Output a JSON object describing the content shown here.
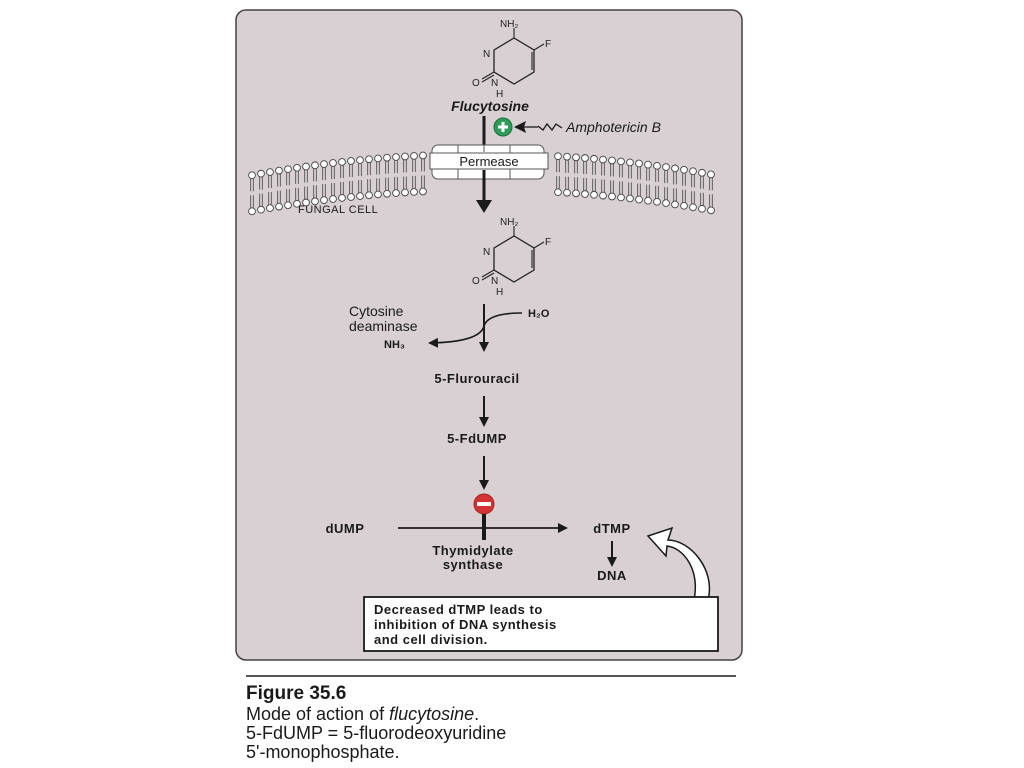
{
  "drug": {
    "name": "Flucytosine",
    "nh2": "NH₂",
    "f": "F",
    "n": "N",
    "o": "O",
    "h": "H"
  },
  "membrane": {
    "enhancer": "Amphotericin B",
    "transporter": "Permease",
    "cell_label": "FUNGAL CELL"
  },
  "deamination": {
    "enzyme_line1": "Cytosine",
    "enzyme_line2": "deaminase",
    "water": "H₂O",
    "ammonia": "NH₃"
  },
  "metabolites": {
    "fluorouracil": "5-Flurouracil",
    "fdump": "5-FdUMP"
  },
  "reaction": {
    "substrate": "dUMP",
    "product": "dTMP",
    "enzyme_line1": "Thymidylate",
    "enzyme_line2": "synthase",
    "downstream": "DNA"
  },
  "note": {
    "line1": "Decreased dTMP leads to",
    "line2": "inhibition of DNA synthesis",
    "line3": "and cell division."
  },
  "figure": {
    "title": "Figure 35.6",
    "caption_prefix": "Mode of action of ",
    "caption_drug": "flucytosine",
    "caption_suffix": ".",
    "line2": "5-FdUMP = 5-fluorodeoxyuridine",
    "line3": "5'-monophosphate."
  },
  "colors": {
    "panel_fill": "#d8d0d2",
    "stimulate": "#2e9b59",
    "inhibit": "#d63434",
    "ink": "#1a1a1a"
  }
}
